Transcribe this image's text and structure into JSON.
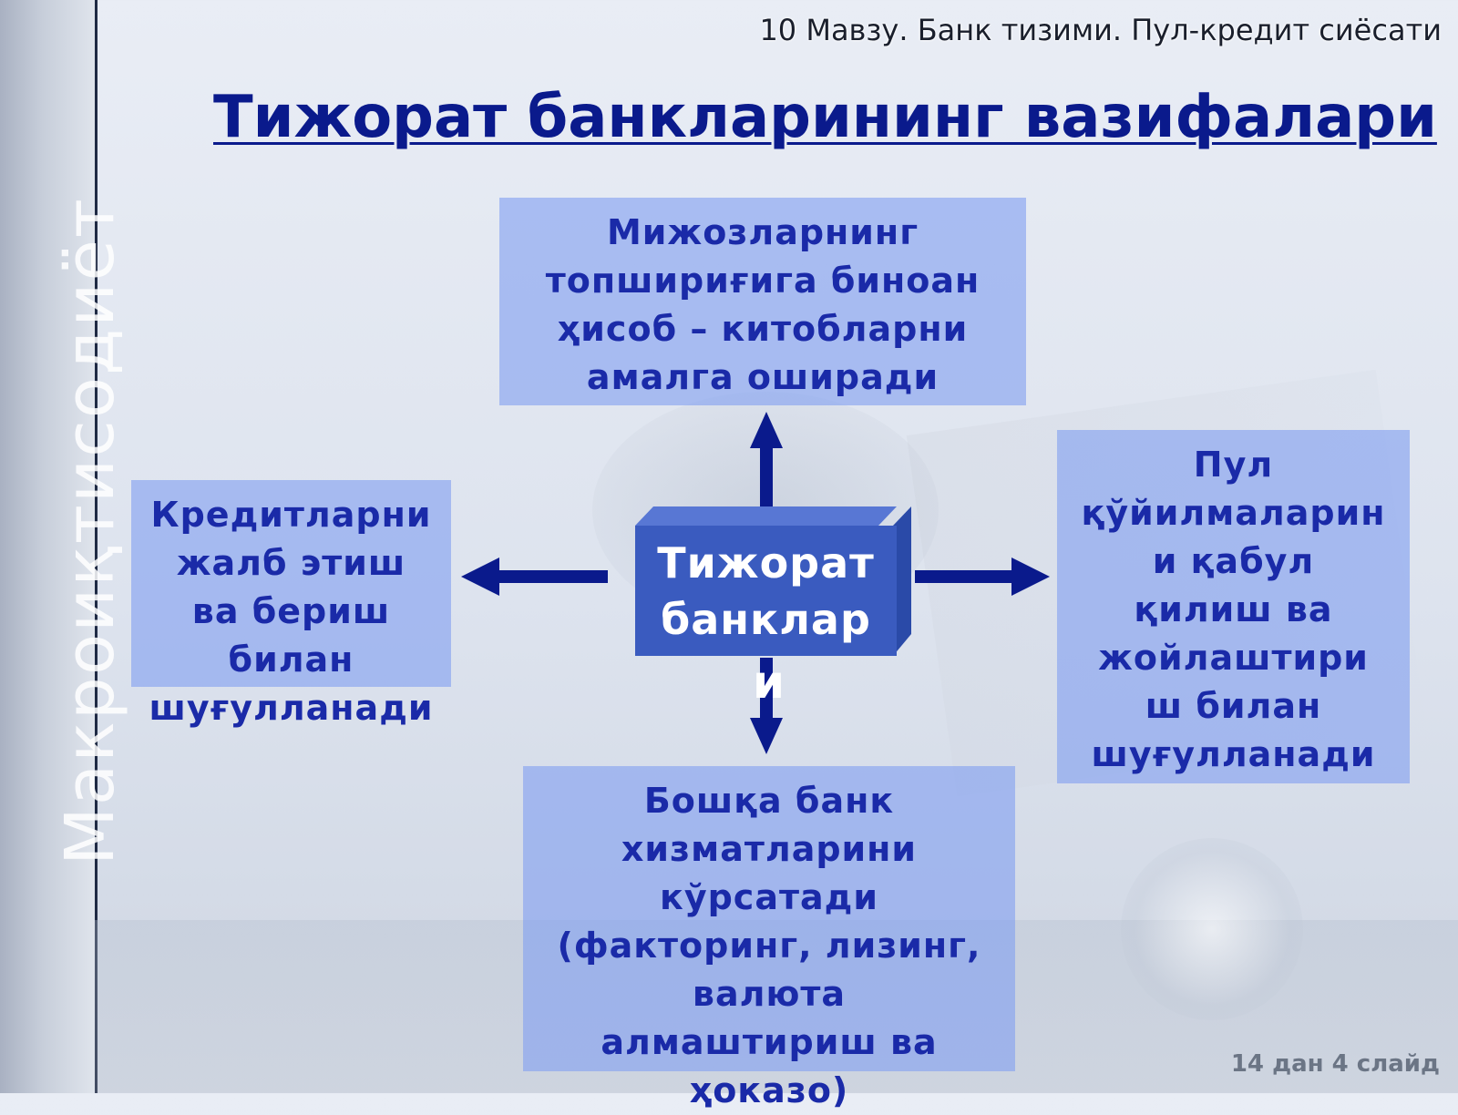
{
  "header": {
    "topic": "10 Мавзу. Банк тизими. Пул-кредит сиёсати"
  },
  "sidebar": {
    "vertical_text": "Макроиқтисодиёт"
  },
  "title": "Тижорат банкларининг вазифалари",
  "diagram": {
    "center": {
      "lines": [
        "Тижорат",
        "банклар"
      ],
      "tail": "и"
    },
    "top_box": {
      "lines": [
        "Мижозларнинг",
        "топшириғига биноан",
        "ҳисоб – китобларни",
        "амалга оширади"
      ]
    },
    "left_box": {
      "lines": [
        "Кредитларни",
        "жалб этиш",
        "ва бериш",
        "билан",
        "шуғулланади"
      ]
    },
    "right_box": {
      "lines": [
        "Пул",
        "қўйилмаларин",
        "и қабул",
        "қилиш ва",
        "жойлаштири",
        "ш билан",
        "шуғулланади"
      ]
    },
    "bottom_box": {
      "lines": [
        "Бошқа банк",
        "хизматларини",
        "кўрсатади",
        "(факторинг, лизинг,",
        "валюта",
        "алмаштириш ва",
        "ҳоказо)"
      ]
    },
    "colors": {
      "box_fill": "#82a0f0",
      "box_text": "#1a2aa8",
      "center_fill": "#3a5bbf",
      "arrow": "#0a1a8c"
    }
  },
  "footer": {
    "slide_number": "14 дан 4 слайд"
  }
}
